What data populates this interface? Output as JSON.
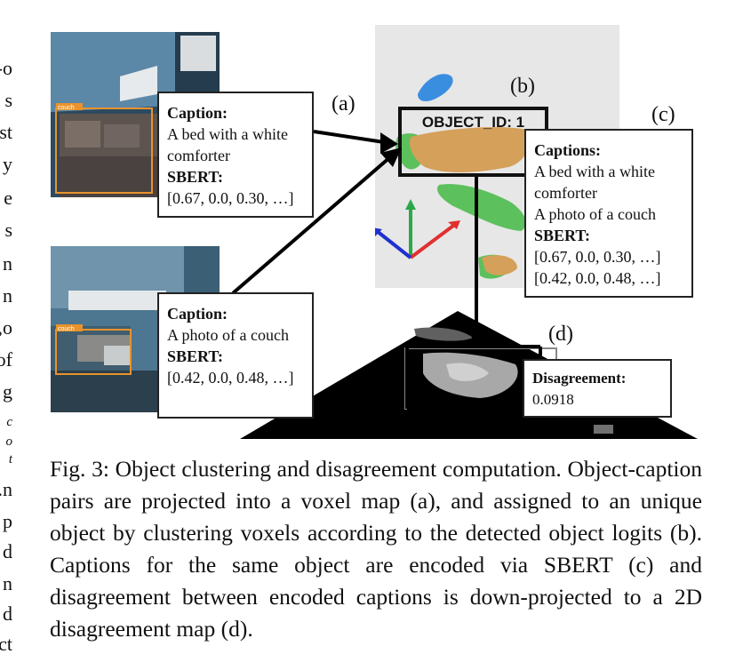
{
  "left_column_fragments": [
    "o-",
    "s",
    "st",
    "y",
    "e",
    "s",
    "n",
    "n",
    "o,",
    "of",
    "g",
    "c",
    "o",
    "t",
    "n.",
    "p",
    "d",
    "n",
    "d",
    "ct"
  ],
  "photo_a": {
    "detection_label": "couch"
  },
  "photo_b": {
    "detection_label": "couch"
  },
  "caption_box_a": {
    "caption_heading": "Caption:",
    "caption_line_1": "A bed with a white",
    "caption_line_2": "comforter",
    "sbert_heading": "SBERT:",
    "sbert_vector": "[0.67, 0.0, 0.30, …]"
  },
  "caption_box_b": {
    "caption_heading": "Caption:",
    "caption_line_1": "A photo of a couch",
    "sbert_heading": "SBERT:",
    "sbert_vector": "[0.42, 0.0, 0.48, …]"
  },
  "voxel_map": {
    "object_id_label": "OBJECT_ID: 1"
  },
  "captions_box_c": {
    "captions_heading": "Captions:",
    "line_1": "A bed with a white",
    "line_2": "comforter",
    "line_3": "A photo of a couch",
    "sbert_heading": "SBERT:",
    "vector_1": "[0.67, 0.0, 0.30, …]",
    "vector_2": "[0.42, 0.0, 0.48, …]"
  },
  "disagreement_box": {
    "heading": "Disagreement:",
    "value": "0.0918"
  },
  "panel_labels": {
    "a": "(a)",
    "b": "(b)",
    "c": "(c)",
    "d": "(d)"
  },
  "figure_caption": "Fig. 3: Object clustering and disagreement computation. Object-caption pairs are projected into a voxel map (a), and assigned to an unique object by clustering voxels according to the detected object logits (b). Captions for the same object are encoded via SBERT (c) and disagreement between encoded captions is down-projected to a 2D disagreement map (d).",
  "colors": {
    "voxel_tan": "#d4a05a",
    "voxel_green": "#5cc05c",
    "voxel_blue": "#3a8ee0",
    "detection_orange": "#e8932c"
  }
}
